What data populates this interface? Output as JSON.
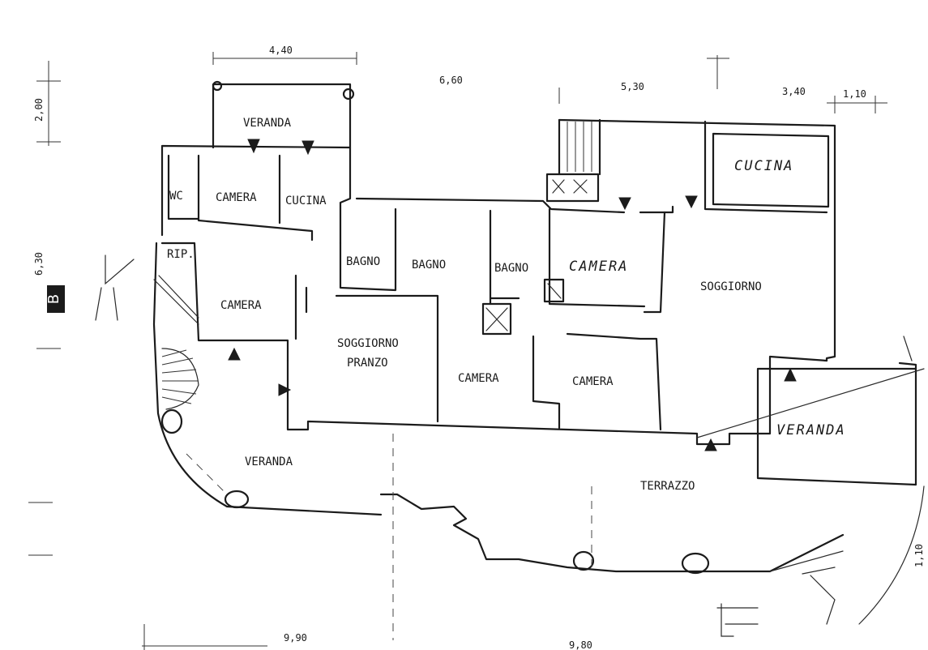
{
  "rooms": {
    "veranda_top": "VERANDA",
    "wc": "WC",
    "camera_nw": "CAMERA",
    "cucina_left": "CUCINA",
    "rip": "RIP.",
    "camera_west": "CAMERA",
    "bagno_1": "BAGNO",
    "bagno_2": "BAGNO",
    "bagno_3": "BAGNO",
    "camera_north": "CAMERA",
    "soggiorno_right": "SOGGIORNO",
    "cucina_right": "CUCINA",
    "soggiorno_pranzo_1": "SOGGIORNO",
    "soggiorno_pranzo_2": "PRANZO",
    "camera_center": "CAMERA",
    "camera_south": "CAMERA",
    "veranda_east": "VERANDA",
    "veranda_south": "VERANDA",
    "terrazzo": "TERRAZZO"
  },
  "dimensions": {
    "top_440": "4,40",
    "top_660": "6,60",
    "top_530": "5,30",
    "top_340": "3,40",
    "top_110": "1,10",
    "left_200": "2,00",
    "left_630": "6,30",
    "bottom_990": "9,90",
    "bottom_980": "9,80",
    "right_110": "1,10"
  },
  "section_marker": "B"
}
